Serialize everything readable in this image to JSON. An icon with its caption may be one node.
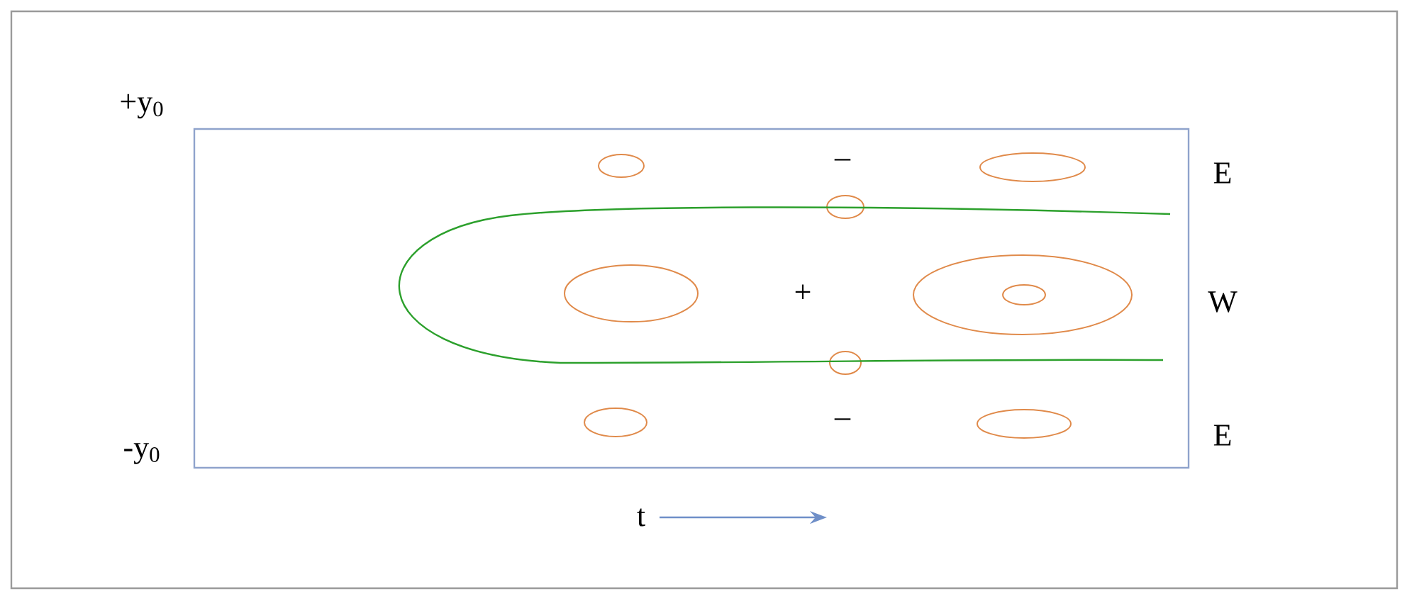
{
  "diagram": {
    "labels": [
      "+y$_{0}$",
      "–",
      "E",
      "+",
      "W",
      "–",
      "E",
      "-y$_{0}$",
      "t"
    ]
  }
}
